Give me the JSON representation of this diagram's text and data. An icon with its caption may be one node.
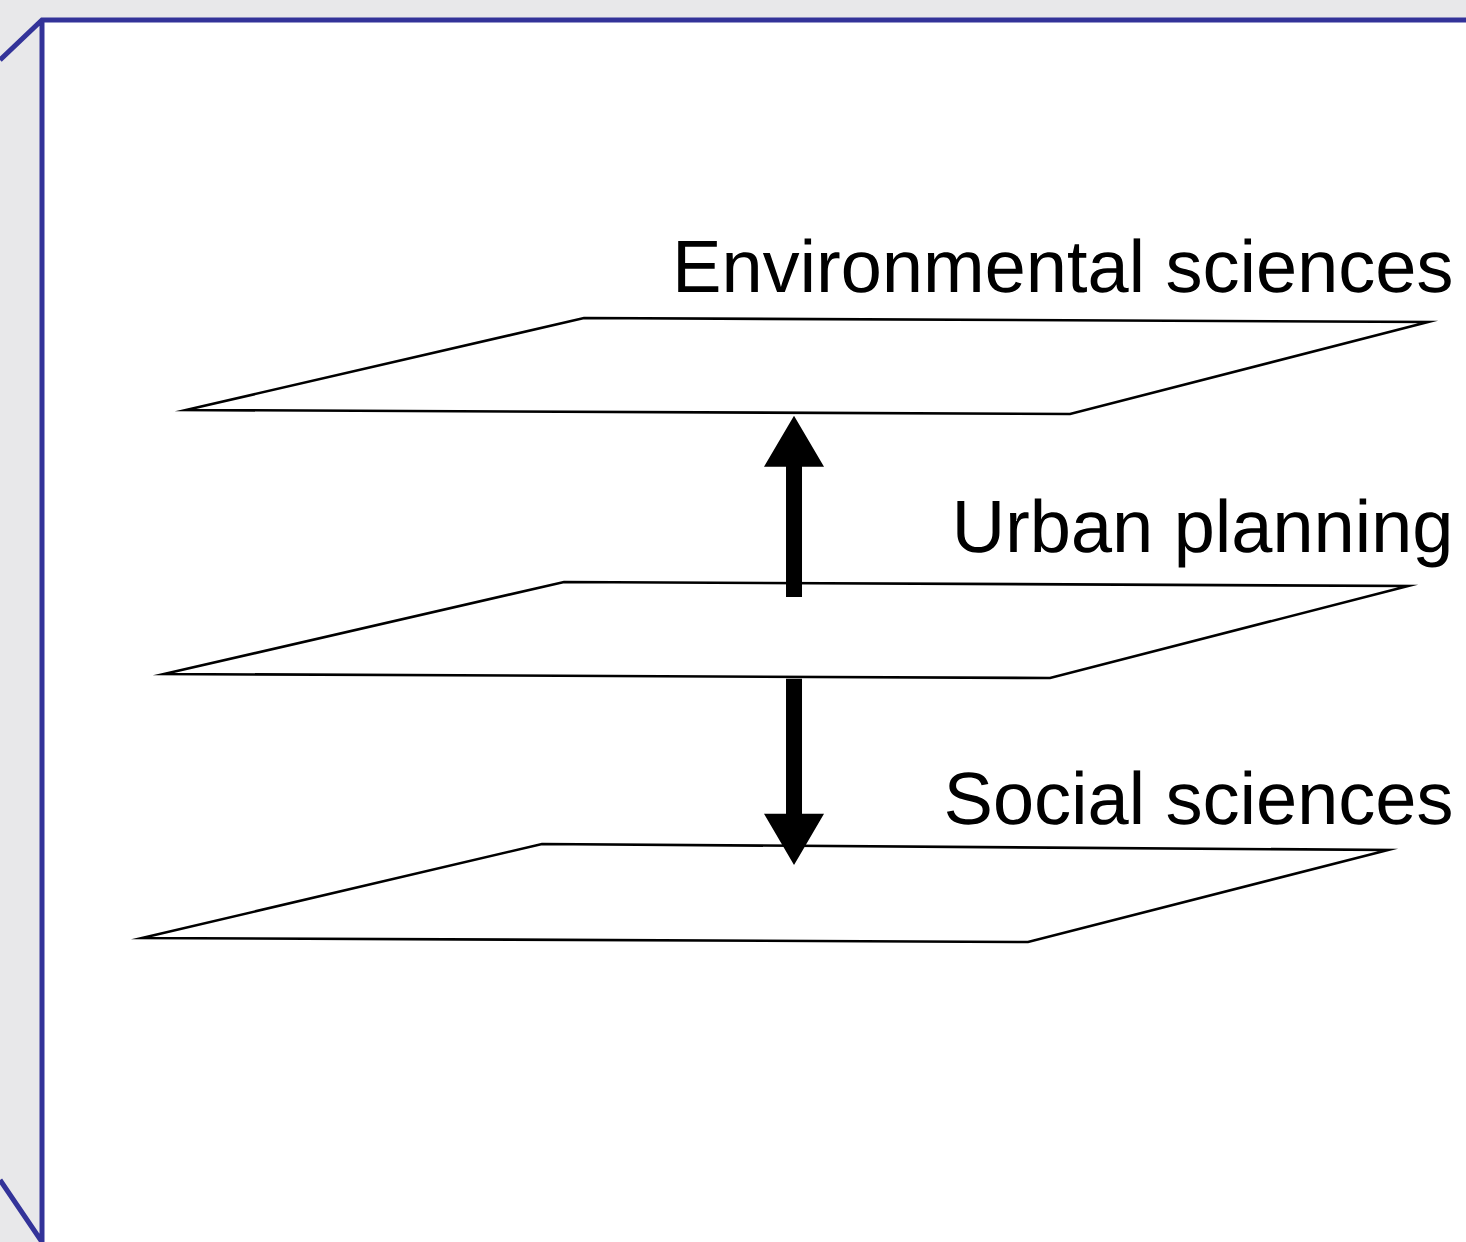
{
  "diagram": {
    "nodes": [
      {
        "text": [
          "Environmental sciences"
        ]
      },
      {
        "text": [
          "Urban planning"
        ]
      },
      {
        "text": [
          "Social sciences"
        ]
      }
    ],
    "edges": [
      {
        "from": 1,
        "to": 0,
        "arrow": "to"
      },
      {
        "from": 1,
        "to": 2,
        "arrow": "to"
      }
    ]
  }
}
